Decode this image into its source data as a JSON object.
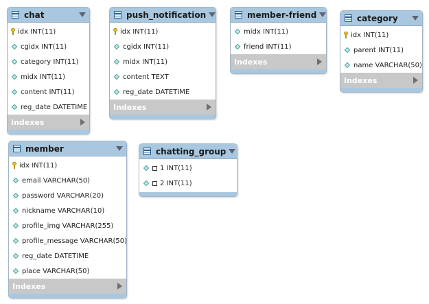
{
  "tables": [
    {
      "name": "chat",
      "columns": [
        {
          "key": "primary",
          "name": "idx",
          "type": "INT(11)"
        },
        {
          "key": "column",
          "name": "cgidx",
          "type": "INT(11)"
        },
        {
          "key": "column",
          "name": "category",
          "type": "INT(11)"
        },
        {
          "key": "column",
          "name": "midx",
          "type": "INT(11)"
        },
        {
          "key": "column",
          "name": "content",
          "type": "INT(11)"
        },
        {
          "key": "column",
          "name": "reg_date",
          "type": "DATETIME"
        }
      ],
      "footer": "Indexes"
    },
    {
      "name": "push_notification",
      "columns": [
        {
          "key": "primary",
          "name": "idx",
          "type": "INT(11)"
        },
        {
          "key": "column",
          "name": "cgidx",
          "type": "INT(11)"
        },
        {
          "key": "column",
          "name": "midx",
          "type": "INT(11)"
        },
        {
          "key": "column",
          "name": "content",
          "type": "TEXT"
        },
        {
          "key": "column",
          "name": "reg_date",
          "type": "DATETIME"
        }
      ],
      "footer": "Indexes"
    },
    {
      "name": "member-friend",
      "columns": [
        {
          "key": "column",
          "name": "midx",
          "type": "INT(11)"
        },
        {
          "key": "column",
          "name": "friend",
          "type": "INT(11)"
        }
      ],
      "footer": "Indexes"
    },
    {
      "name": "category",
      "columns": [
        {
          "key": "primary",
          "name": "idx",
          "type": "INT(11)"
        },
        {
          "key": "column",
          "name": "parent",
          "type": "INT(11)"
        },
        {
          "key": "column",
          "name": "name",
          "type": "VARCHAR(50)"
        }
      ],
      "footer": "Indexes"
    },
    {
      "name": "member",
      "columns": [
        {
          "key": "primary",
          "name": "idx",
          "type": "INT(11)"
        },
        {
          "key": "column",
          "name": "email",
          "type": "VARCHAR(50)"
        },
        {
          "key": "column",
          "name": "password",
          "type": "VARCHAR(20)"
        },
        {
          "key": "column",
          "name": "nickname",
          "type": "VARCHAR(10)"
        },
        {
          "key": "column",
          "name": "profile_img",
          "type": "VARCHAR(255)"
        },
        {
          "key": "column",
          "name": "profile_message",
          "type": "VARCHAR(50)"
        },
        {
          "key": "column",
          "name": "reg_date",
          "type": "DATETIME"
        },
        {
          "key": "column",
          "name": "place",
          "type": "VARCHAR(50)"
        }
      ],
      "footer": "Indexes"
    },
    {
      "name": "chatting_group",
      "columns": [
        {
          "key": "column-checkbox",
          "name": "1",
          "type": "INT(11)"
        },
        {
          "key": "column-checkbox",
          "name": "2",
          "type": "INT(11)"
        }
      ],
      "footer": ""
    }
  ],
  "colors": {
    "header": "#a9c8e0",
    "footer": "#c8c8c8",
    "border": "#9fb4c8",
    "primary_key": "#e8c232",
    "column_marker": "#bfe7e4"
  },
  "icons": {
    "table": "table-icon",
    "primary": "primary-key-icon",
    "column": "column-diamond-icon",
    "checkbox": "checkbox-icon",
    "collapse": "collapse-arrow-icon",
    "expand": "expand-arrow-icon"
  }
}
